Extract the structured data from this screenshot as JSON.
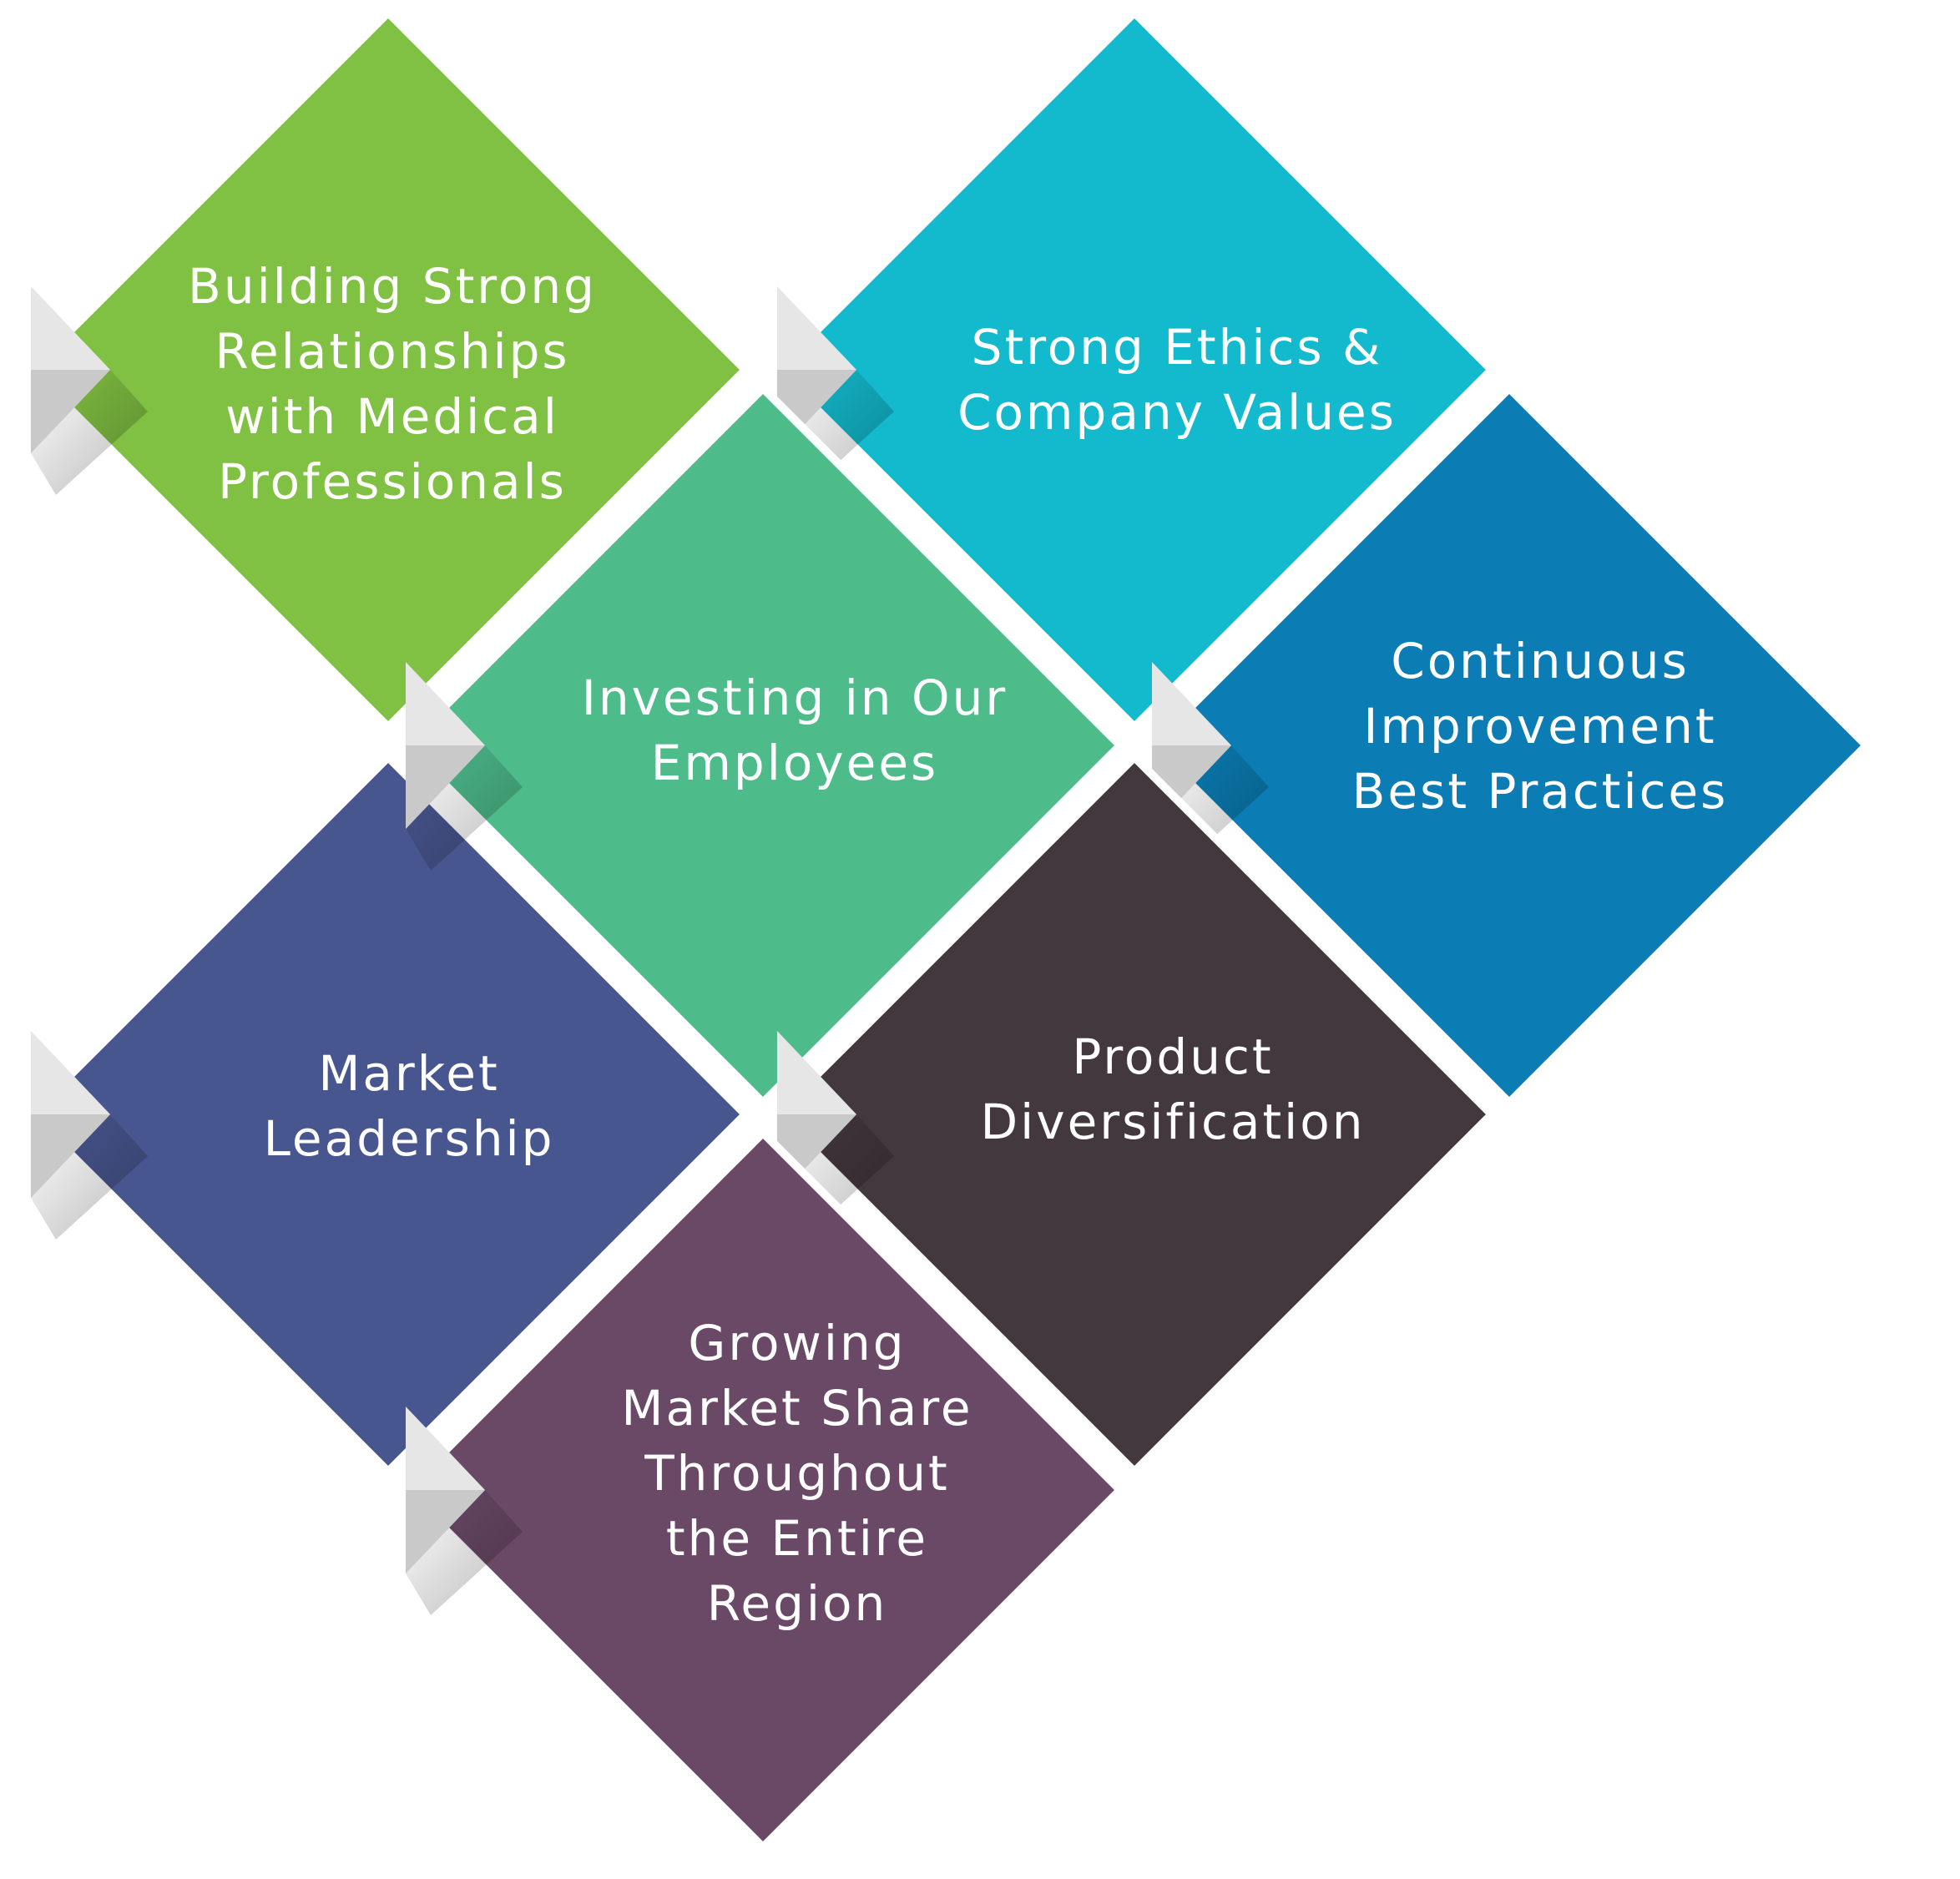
{
  "diagram": {
    "tiles": [
      {
        "id": "building-relationships",
        "text": "Building Strong\nRelationships\nwith Medical\nProfessionals",
        "color": "#80c042"
      },
      {
        "id": "strong-ethics",
        "text": "Strong Ethics &\nCompany Values",
        "color": "#13b9cc"
      },
      {
        "id": "investing-employees",
        "text": "Investing in Our\nEmployees",
        "color": "#4dbb8a"
      },
      {
        "id": "continuous-improvement",
        "text": "Continuous\nImprovement\nBest Practices",
        "color": "#0b7db4"
      },
      {
        "id": "market-leadership",
        "text": "Market\nLeadership",
        "color": "#48568f"
      },
      {
        "id": "product-diversification",
        "text": "Product\nDiversification",
        "color": "#42383e"
      },
      {
        "id": "growing-market-share",
        "text": "Growing\nMarket Share\nThroughout\nthe Entire\nRegion",
        "color": "#6a4966"
      }
    ],
    "fold_colors": {
      "light": "#e6e6e6",
      "shade": "#c9c9c9"
    }
  }
}
